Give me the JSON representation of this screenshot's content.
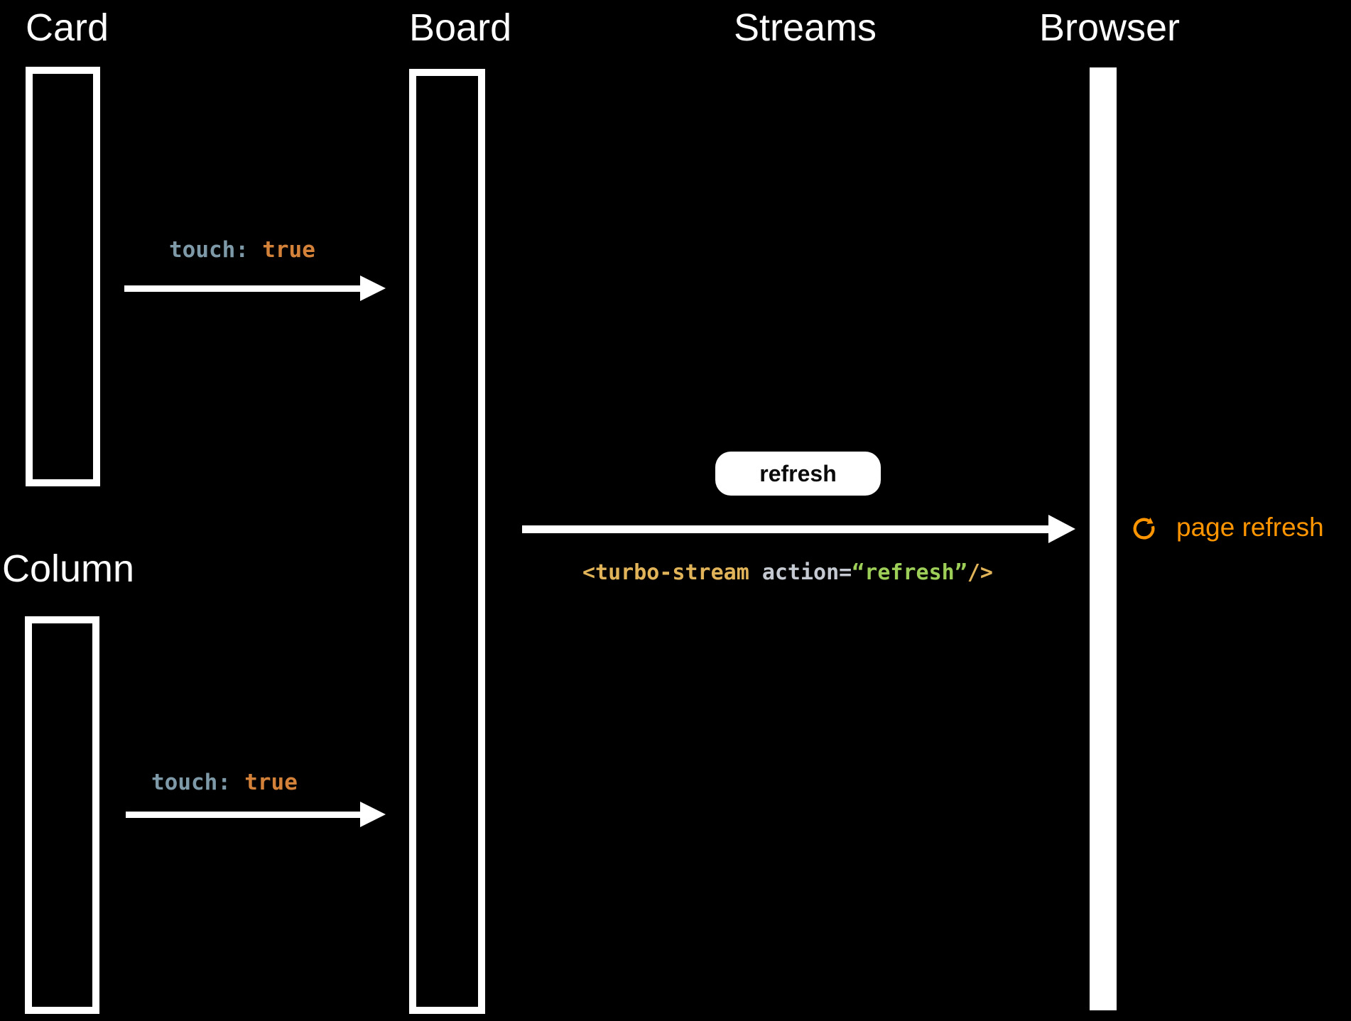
{
  "participants": {
    "card": "Card",
    "board": "Board",
    "streams": "Streams",
    "browser": "Browser",
    "column": "Column"
  },
  "messages": {
    "touch_card_to_board": {
      "key": "touch:",
      "value": "true"
    },
    "touch_column_to_board": {
      "key": "touch:",
      "value": "true"
    },
    "refresh_stream": {
      "badge": "refresh",
      "code_tag": "<turbo-stream",
      "code_attr": "action=",
      "code_value": "“refresh”",
      "code_close": "/>"
    }
  },
  "browser_effect": {
    "icon": "refresh-icon",
    "label": "page refresh"
  },
  "colors": {
    "background": "#000000",
    "lifeline": "#ffffff",
    "key_slate": "#7e9aa9",
    "value_orange": "#d4823a",
    "code_gold": "#e2b45a",
    "code_silver": "#c5c9d1",
    "code_green": "#9dce58",
    "accent_orange": "#ff9500",
    "badge_bg": "#ffffff",
    "badge_text": "#0a0a0a"
  }
}
